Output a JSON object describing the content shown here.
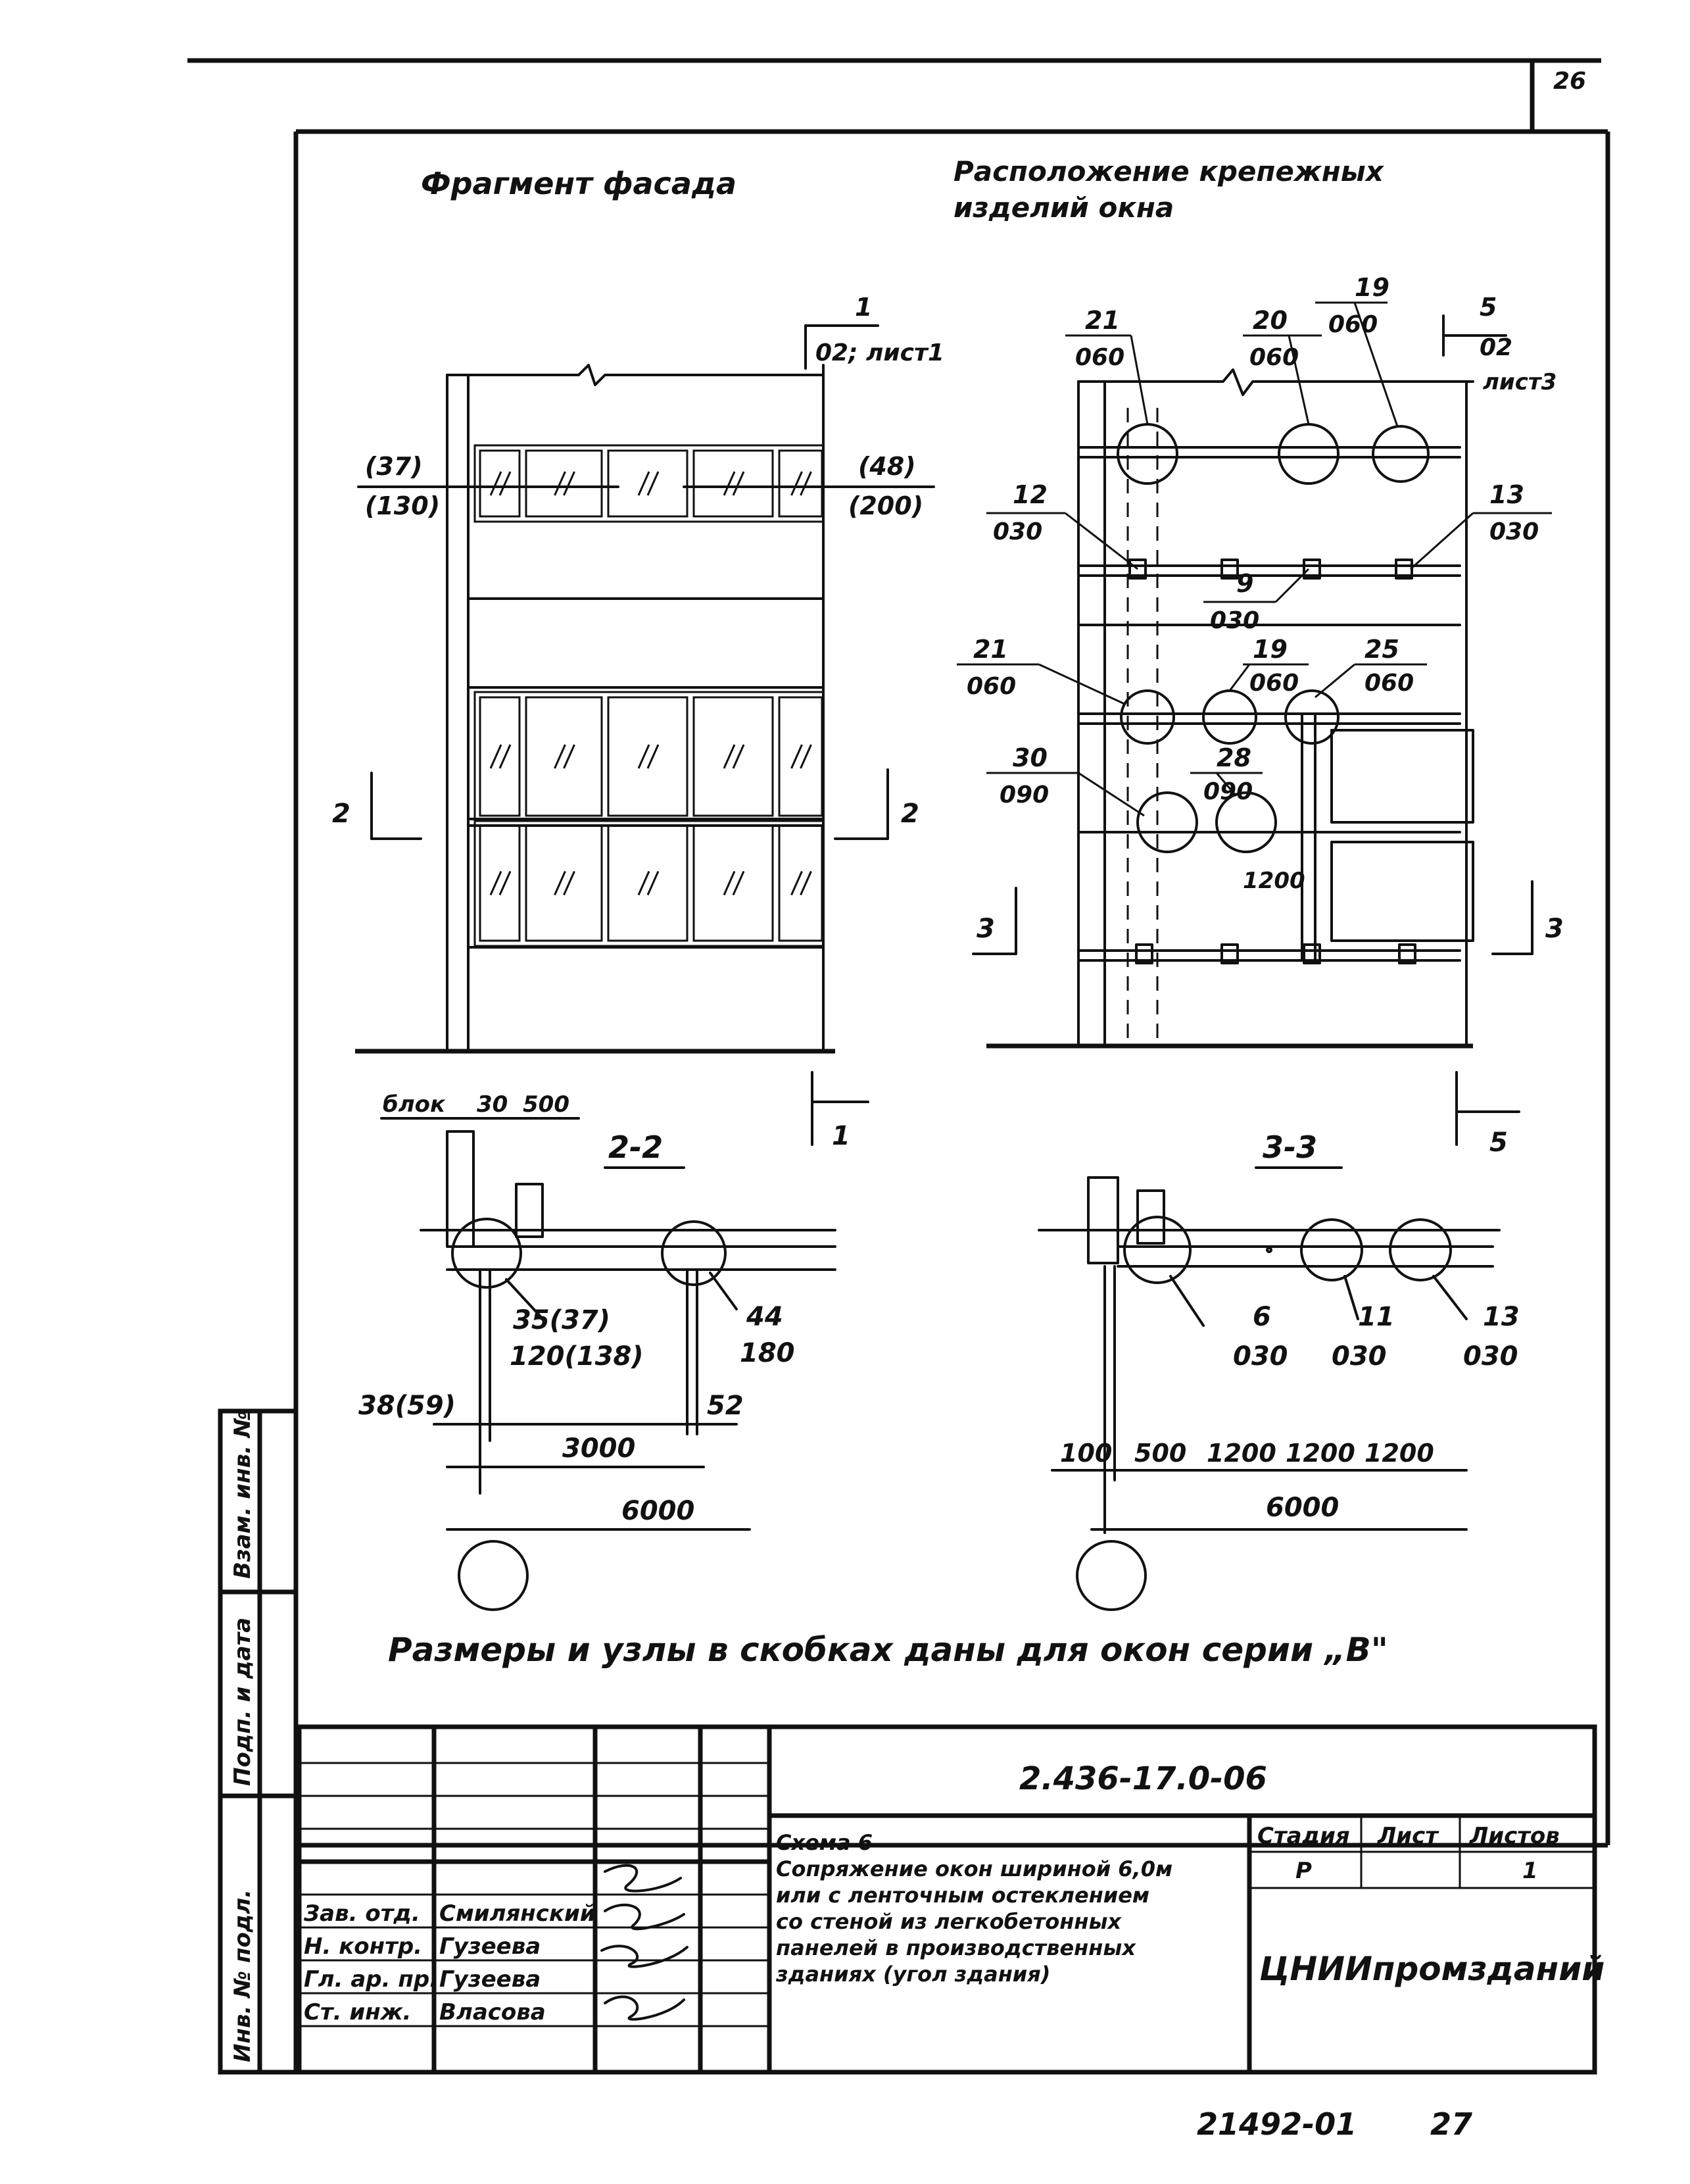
{
  "sheet_number": "26",
  "titles": {
    "facade": "Фрагмент фасада",
    "fasteners_line1": "Расположение крепежных",
    "fasteners_line2": "изделий окна"
  },
  "facade_section_mark": {
    "num": "1",
    "ref": "02; лист1"
  },
  "facade_dims": {
    "left_top": "(37)",
    "left_bottom": "(130)",
    "right_top": "(48)",
    "right_bottom": "(200)"
  },
  "cut_marks": {
    "two": "2",
    "three": "3",
    "one": "1",
    "five": "5"
  },
  "fastener_section_mark": {
    "num": "5",
    "ref": "02",
    "sheet": "лист3"
  },
  "node_labels": [
    {
      "num": "21",
      "code": "060"
    },
    {
      "num": "20",
      "code": "060"
    },
    {
      "num": "19",
      "code": "060"
    },
    {
      "num": "12",
      "code": "030"
    },
    {
      "num": "13",
      "code": "030"
    },
    {
      "num": "9",
      "code": "030"
    },
    {
      "num": "21",
      "code": "060"
    },
    {
      "num": "19",
      "code": "060"
    },
    {
      "num": "25",
      "code": "060"
    },
    {
      "num": "30",
      "code": "090"
    },
    {
      "num": "28",
      "code": "090"
    }
  ],
  "dim_1200_plan": "1200",
  "section_2_2": {
    "title": "2-2",
    "top_dims": [
      "блок",
      "30",
      "500"
    ],
    "node_a": {
      "num": "35(37)",
      "code": "120(138)"
    },
    "node_b": {
      "num": "44",
      "code": "180"
    },
    "dim_left": "38(59)",
    "dim_right": "52",
    "dim_3000": "3000",
    "dim_6000": "6000"
  },
  "section_3_3": {
    "title": "3-3",
    "nodes": [
      {
        "num": "6",
        "code": "030"
      },
      {
        "num": "11",
        "code": "030"
      },
      {
        "num": "13",
        "code": "030"
      }
    ],
    "dims": [
      "100",
      "500",
      "1200",
      "1200",
      "1200"
    ],
    "dim_6000": "6000"
  },
  "note": "Размеры и узлы в скобках даны для окон серии „В\"",
  "side_stamps": [
    "Взам. инв. №",
    "Подп. и дата",
    "Инв. № подл."
  ],
  "title_block": {
    "doc_code": "2.436-17.0-06",
    "staff": [
      {
        "role": "Зав. отд.",
        "name": "Смилянский"
      },
      {
        "role": "Н. контр.",
        "name": "Гузеева"
      },
      {
        "role": "Гл. ар. пр.",
        "name": "Гузеева"
      },
      {
        "role": "Ст. инж.",
        "name": "Власова"
      }
    ],
    "description": [
      "Схема 6",
      "Сопряжение окон шириной 6,0м",
      "или с ленточным остеклением",
      "со стеной из легкобетонных",
      "панелей в производственных",
      "зданиях (угол здания)"
    ],
    "stage_label": "Стадия",
    "sheet_label": "Лист",
    "sheets_label": "Листов",
    "stage_value": "Р",
    "sheets_value": "1",
    "organization": "ЦНИИпромзданий"
  },
  "footer": {
    "archive": "21492-01",
    "page": "27"
  }
}
